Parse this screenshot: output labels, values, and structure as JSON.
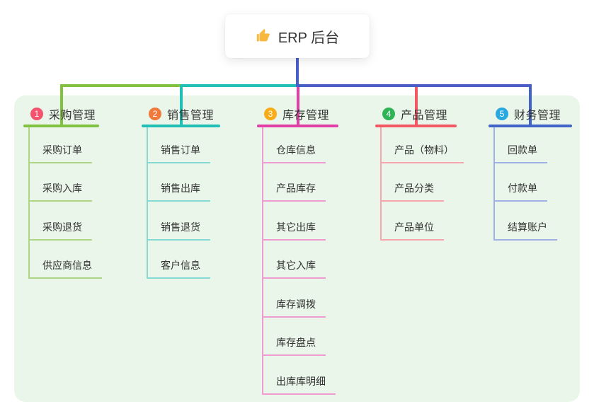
{
  "root": {
    "title": "ERP 后台",
    "icon": "thumbs-up-icon",
    "connector_color": "#4a5ec8"
  },
  "canvas": {
    "background": "#ffffff",
    "panel_background": "#e9f6e9",
    "text_color": "#333333"
  },
  "branches": [
    {
      "badge": "1",
      "label": "采购管理",
      "color": "#82c241",
      "badge_color": "#f4536e",
      "child_line_color": "#aed687",
      "children": [
        "采购订单",
        "采购入库",
        "采购退货",
        "供应商信息"
      ]
    },
    {
      "badge": "2",
      "label": "销售管理",
      "color": "#21bfb5",
      "badge_color": "#f0793b",
      "child_line_color": "#86dad3",
      "children": [
        "销售订单",
        "销售出库",
        "销售退货",
        "客户信息"
      ]
    },
    {
      "badge": "3",
      "label": "库存管理",
      "color": "#e13fa5",
      "badge_color": "#f9ac18",
      "child_line_color": "#ef9cd3",
      "children": [
        "仓库信息",
        "产品库存",
        "其它出库",
        "其它入库",
        "库存调拨",
        "库存盘点",
        "出库库明细"
      ]
    },
    {
      "badge": "4",
      "label": "产品管理",
      "color": "#f35865",
      "badge_color": "#2eb356",
      "child_line_color": "#f8a6ad",
      "children": [
        "产品（物料）",
        "产品分类",
        "产品单位"
      ]
    },
    {
      "badge": "5",
      "label": "财务管理",
      "color": "#4263c8",
      "badge_color": "#28a8e0",
      "child_line_color": "#a0b2e4",
      "children": [
        "回款单",
        "付款单",
        "结算账户"
      ]
    }
  ]
}
